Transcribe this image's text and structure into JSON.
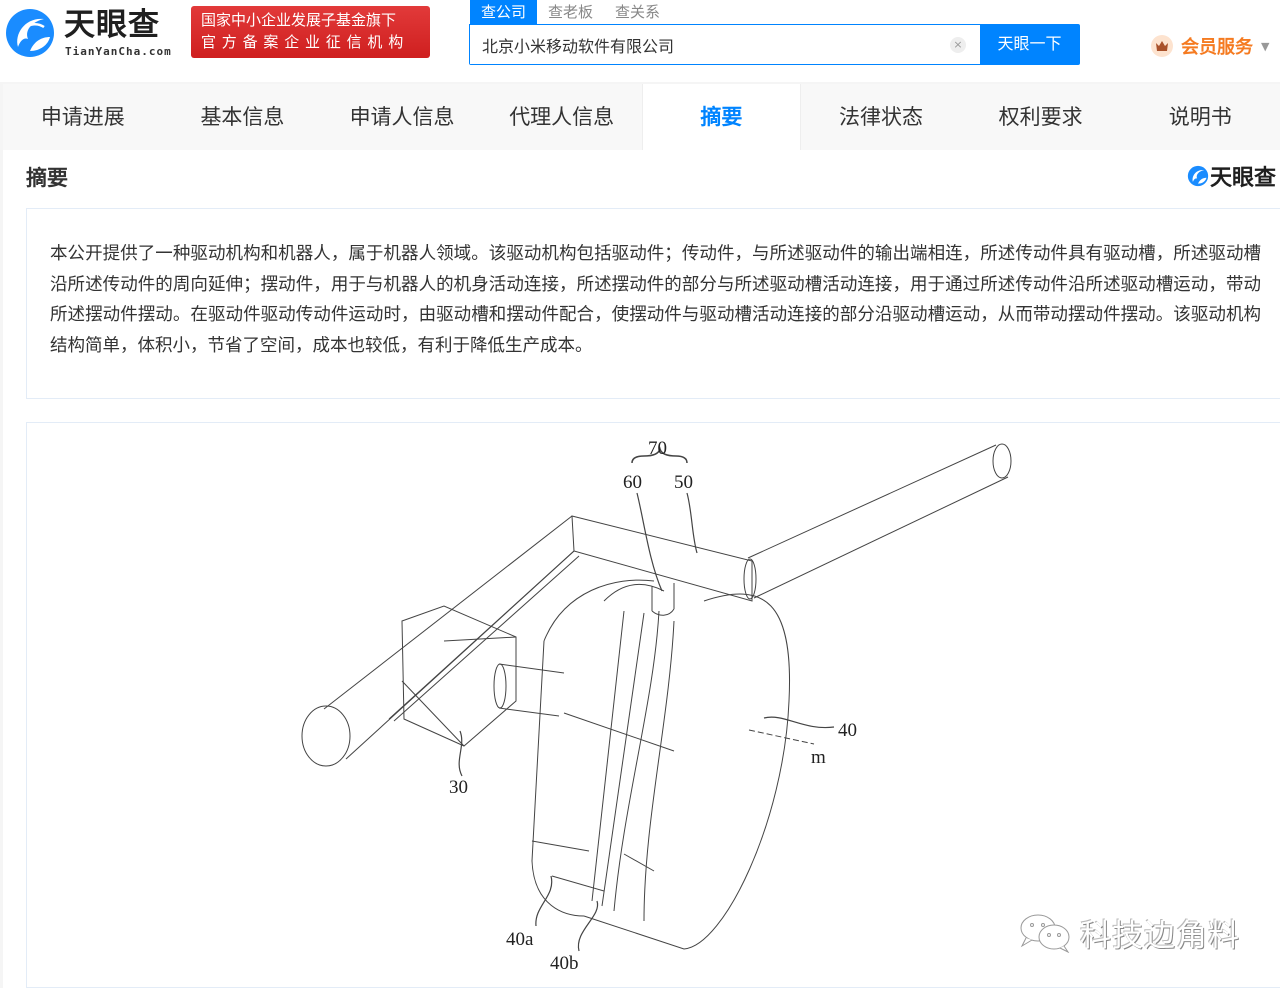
{
  "header": {
    "logo_cn": "天眼查",
    "logo_en": "TianYanCha.com",
    "badge_line1": "国家中小企业发展子基金旗下",
    "badge_line2": "官方备案企业征信机构",
    "search_tabs": [
      {
        "label": "查公司",
        "active": true
      },
      {
        "label": "查老板",
        "active": false
      },
      {
        "label": "查关系",
        "active": false
      }
    ],
    "search_value": "北京小米移动软件有限公司",
    "search_clear": "×",
    "search_button": "天眼一下",
    "vip_label": "会员服务",
    "vip_caret": "▼"
  },
  "nav": {
    "items": [
      {
        "label": "申请进展",
        "active": false
      },
      {
        "label": "基本信息",
        "active": false
      },
      {
        "label": "申请人信息",
        "active": false
      },
      {
        "label": "代理人信息",
        "active": false
      },
      {
        "label": "摘要",
        "active": true
      },
      {
        "label": "法律状态",
        "active": false
      },
      {
        "label": "权利要求",
        "active": false
      },
      {
        "label": "说明书",
        "active": false
      }
    ]
  },
  "section": {
    "title": "摘要",
    "brand": "天眼查",
    "abstract": "本公开提供了一种驱动机构和机器人，属于机器人领域。该驱动机构包括驱动件；传动件，与所述驱动件的输出端相连，所述传动件具有驱动槽，所述驱动槽沿所述传动件的周向延伸；摆动件，用于与机器人的机身活动连接，所述摆动件的部分与所述驱动槽活动连接，用于通过所述传动件沿所述驱动槽运动，带动所述摆动件摆动。在驱动件驱动传动件运动时，由驱动槽和摆动件配合，使摆动件与驱动槽活动连接的部分沿驱动槽运动，从而带动摆动件摆动。该驱动机构结构简单，体积小，节省了空间，成本也较低，有利于降低生产成本。"
  },
  "figure": {
    "labels": {
      "l70": "70",
      "l60": "60",
      "l50": "50",
      "l40": "40",
      "lm": "m",
      "l30": "30",
      "l40a": "40a",
      "l40b": "40b"
    }
  },
  "watermark": {
    "text": "科技边角料"
  },
  "colors": {
    "accent": "#0084ff",
    "badge_red": "#d92626",
    "vip_orange": "#f57b21"
  }
}
